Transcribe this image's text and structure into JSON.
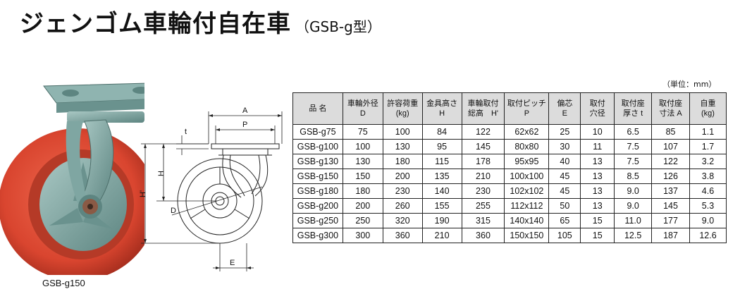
{
  "title": {
    "main": "ジェンゴム車輪付自在車",
    "sub": "（GSB-g型）"
  },
  "photo_caption": "GSB-g150",
  "unit_note": "（単位：mm）",
  "drawing_labels": {
    "A": "A",
    "P": "P",
    "t": "t",
    "H": "H",
    "H_prime": "H'",
    "D": "D",
    "E": "E"
  },
  "colors": {
    "wheel_red": "#d9452f",
    "body_green": "#7fa6a2",
    "header_gray": "#dcdcdc"
  },
  "table": {
    "headers": [
      {
        "l1": "品 名",
        "l2": ""
      },
      {
        "l1": "車輪外径",
        "l2": "D"
      },
      {
        "l1": "許容荷重",
        "l2": "(kg)"
      },
      {
        "l1": "金具高さ",
        "l2": "H"
      },
      {
        "l1": "車輪取付",
        "l2": "総高　H'"
      },
      {
        "l1": "取付ピッチ",
        "l2": "P"
      },
      {
        "l1": "偏芯",
        "l2": "E"
      },
      {
        "l1": "取付",
        "l2": "穴径"
      },
      {
        "l1": "取付座",
        "l2": "厚さ t"
      },
      {
        "l1": "取付座",
        "l2": "寸法 A"
      },
      {
        "l1": "自重",
        "l2": "(kg)"
      }
    ],
    "rows": [
      [
        "GSB-g75",
        "75",
        "100",
        "84",
        "122",
        "62x62",
        "25",
        "10",
        "6.5",
        "85",
        "1.1"
      ],
      [
        "GSB-g100",
        "100",
        "130",
        "95",
        "145",
        "80x80",
        "30",
        "11",
        "7.5",
        "107",
        "1.7"
      ],
      [
        "GSB-g130",
        "130",
        "180",
        "115",
        "178",
        "95x95",
        "40",
        "13",
        "7.5",
        "122",
        "3.2"
      ],
      [
        "GSB-g150",
        "150",
        "200",
        "135",
        "210",
        "100x100",
        "45",
        "13",
        "8.5",
        "126",
        "3.8"
      ],
      [
        "GSB-g180",
        "180",
        "230",
        "140",
        "230",
        "102x102",
        "45",
        "13",
        "9.0",
        "137",
        "4.6"
      ],
      [
        "GSB-g200",
        "200",
        "260",
        "155",
        "255",
        "112x112",
        "50",
        "13",
        "9.0",
        "145",
        "5.3"
      ],
      [
        "GSB-g250",
        "250",
        "320",
        "190",
        "315",
        "140x140",
        "65",
        "15",
        "11.0",
        "177",
        "9.0"
      ],
      [
        "GSB-g300",
        "300",
        "360",
        "210",
        "360",
        "150x150",
        "105",
        "15",
        "12.5",
        "187",
        "12.6"
      ]
    ]
  }
}
